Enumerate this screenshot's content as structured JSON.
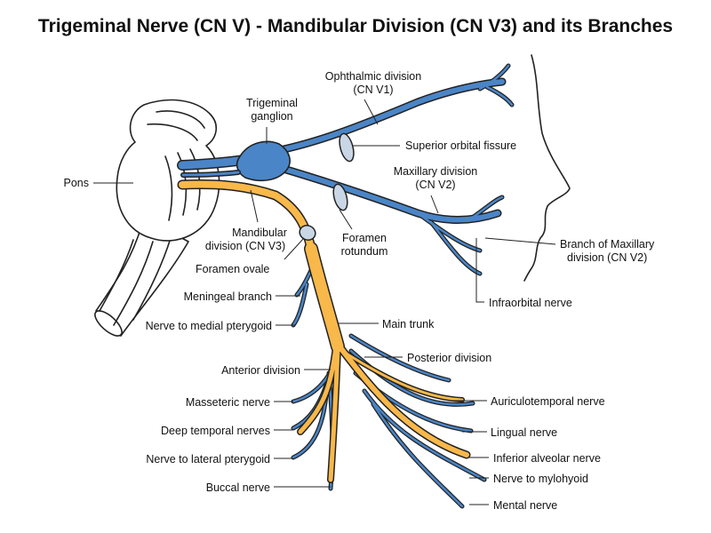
{
  "title": "Trigeminal Nerve (CN V) - Mandibular Division (CN V3) and its Branches",
  "labels": {
    "ophthalmic_1": "Ophthalmic division",
    "ophthalmic_2": "(CN V1)",
    "ganglion_1": "Trigeminal",
    "ganglion_2": "ganglion",
    "superior_orbital": "Superior orbital fissure",
    "maxillary_1": "Maxillary division",
    "maxillary_2": "(CN V2)",
    "pons": "Pons",
    "mandibular_1": "Mandibular",
    "mandibular_2": "division (CN V3)",
    "foramen_ovale": "Foramen ovale",
    "foramen_rotundum_1": "Foramen",
    "foramen_rotundum_2": "rotundum",
    "branch_maxillary_1": "Branch of Maxillary",
    "branch_maxillary_2": "division (CN V2)",
    "infraorbital": "Infraorbital nerve",
    "meningeal": "Meningeal branch",
    "medial_pterygoid": "Nerve to medial pterygoid",
    "main_trunk": "Main trunk",
    "posterior_division": "Posterior division",
    "anterior_division": "Anterior division",
    "masseteric": "Masseteric nerve",
    "auriculotemporal": "Auriculotemporal nerve",
    "deep_temporal": "Deep temporal nerves",
    "lingual": "Lingual nerve",
    "lateral_pterygoid": "Nerve to lateral pterygoid",
    "inferior_alveolar": "Inferior alveolar nerve",
    "mylohyoid": "Nerve to mylohyoid",
    "buccal": "Buccal nerve",
    "mental": "Mental nerve"
  },
  "colors": {
    "sensory_blue": "#4a85c7",
    "mandibular_yellow": "#f8b84a",
    "outline": "#222222",
    "foramen_ring": "#c9d6e6"
  }
}
